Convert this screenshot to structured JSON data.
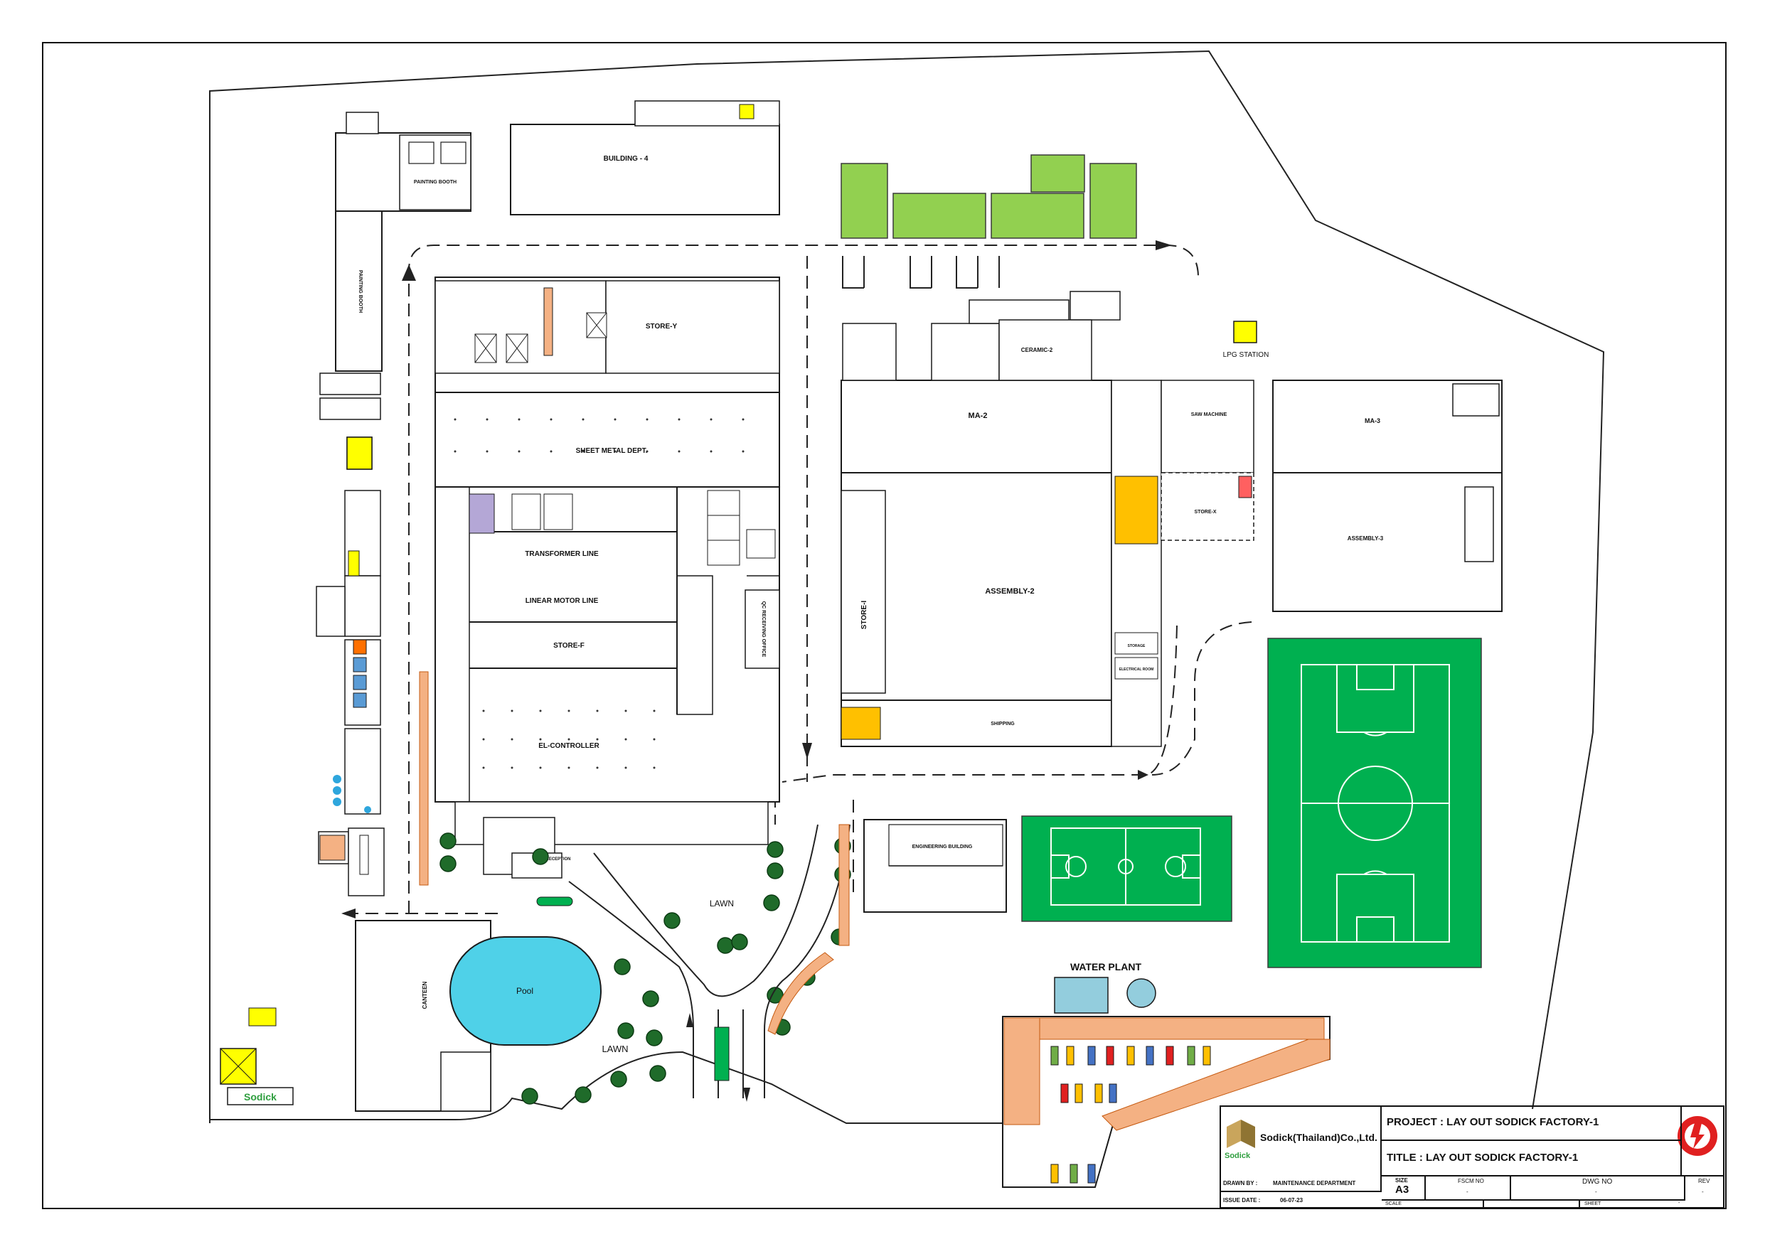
{
  "colors": {
    "building_fill": "#ffffff",
    "outline": "#1a1a1a",
    "green_plot": "#92d050",
    "field_green": "#00b050",
    "pool": "#4fd1e8",
    "lpg": "#ffff00",
    "sodick_green": "#2e9e3e",
    "titleblock_border": "#111111",
    "logo_red": "#e02020"
  },
  "labels": {
    "building_4": "BUILDING - 4",
    "painting_booth": "PAINTING BOOTH",
    "store_y": "STORE-Y",
    "sheet_metal": "SHEET METAL DEPT.",
    "transformer_line": "TRANSFORMER LINE",
    "linear_motor_line": "LINEAR MOTOR LINE",
    "store_f": "STORE-F",
    "el_controller": "EL-CONTROLLER",
    "qc_receiving": "QC RECEIVING OFFICE",
    "ceramic": "CERAMIC-2",
    "ma2": "MA-2",
    "ma3": "MA-3",
    "assembly2": "ASSEMBLY-2",
    "assembly3": "ASSEMBLY-3",
    "store_i": "STORE-I",
    "store_x": "STORE-X",
    "saw_machine": "SAW MACHINE",
    "shipping": "SHIPPING",
    "engineering": "ENGINEERING BUILDING",
    "lpg": "LPG STATION",
    "water_plant": "WATER PLANT",
    "pool": "Pool",
    "canteen": "CANTEEN",
    "lawn1": "LAWN",
    "lawn2": "LAWN",
    "sodick_sign": "Sodick",
    "reception": "RECEPTION",
    "storage": "STORAGE",
    "electrical_room": "ELECTRICAL ROOM"
  },
  "title_block": {
    "company": "Sodick(Thailand)Co.,Ltd.",
    "logo_text": "Sodick",
    "project": "PROJECT : LAY OUT SODICK FACTORY-1",
    "title": "TITLE : LAY OUT SODICK FACTORY-1",
    "drawn_by_label": "DRAWN BY :",
    "drawn_by": "MAINTENANCE DEPARTMENT",
    "issue_date_label": "ISSUE DATE :",
    "issue_date": "06-07-23",
    "size_label": "SIZE",
    "size": "A3",
    "scale_label": "SCALE",
    "fscm_label": "FSCM NO",
    "fscm": "-",
    "dwg_label": "DWG NO",
    "dwg": "-",
    "rev_label": "REV",
    "rev": "-",
    "sheet_label": "SHEET",
    "sheet": "-"
  }
}
